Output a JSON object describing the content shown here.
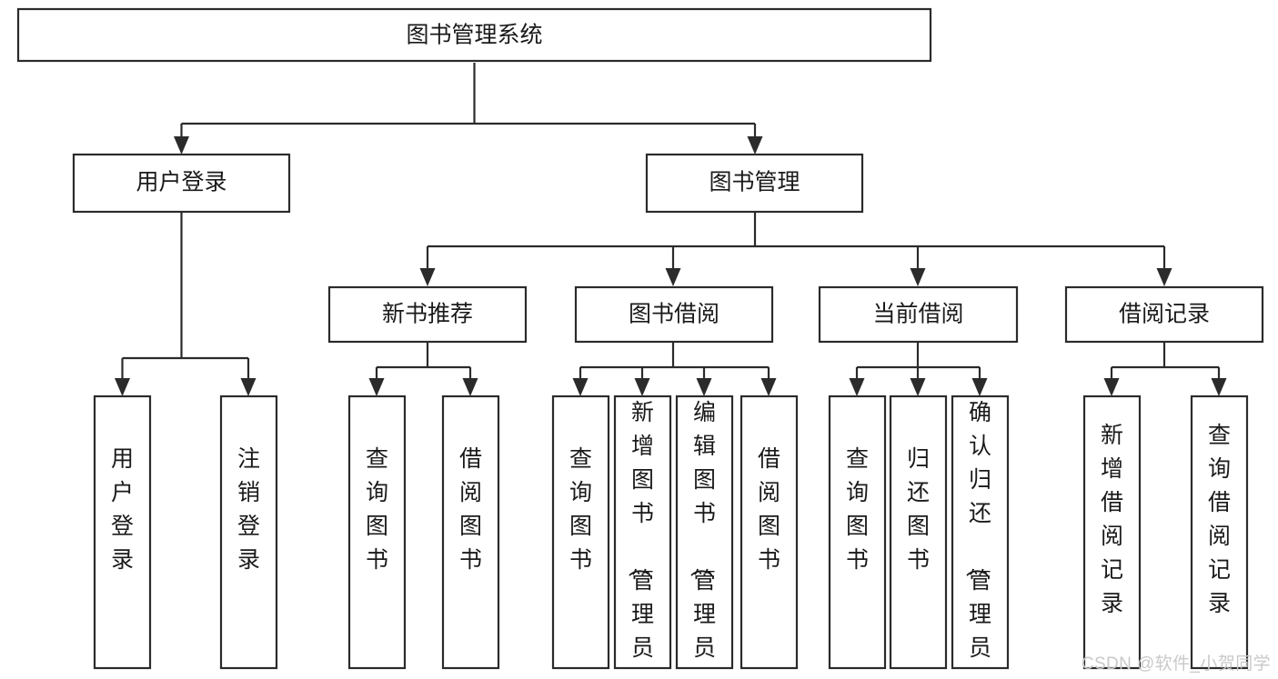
{
  "diagram": {
    "type": "tree-hierarchy",
    "orientation": "top-down",
    "title": "图书管理系统",
    "watermark": "CSDN @软件_小贺同学",
    "colors": {
      "box_stroke": "#2b2b2b",
      "box_fill": "#ffffff",
      "text": "#1a1a1a",
      "background": "#ffffff",
      "watermark": "#c9c9c9"
    },
    "levels": {
      "level1": [
        {
          "id": "root",
          "label": "图书管理系统",
          "orientation": "horizontal"
        }
      ],
      "level2": [
        {
          "id": "user-login",
          "label": "用户登录",
          "orientation": "horizontal",
          "parent": "root"
        },
        {
          "id": "book-manage",
          "label": "图书管理",
          "orientation": "horizontal",
          "parent": "root"
        }
      ],
      "level3": [
        {
          "id": "new-book-rec",
          "label": "新书推荐",
          "orientation": "horizontal",
          "parent": "book-manage"
        },
        {
          "id": "book-borrow",
          "label": "图书借阅",
          "orientation": "horizontal",
          "parent": "book-manage"
        },
        {
          "id": "current-borrow",
          "label": "当前借阅",
          "orientation": "horizontal",
          "parent": "book-manage"
        },
        {
          "id": "borrow-record",
          "label": "借阅记录",
          "orientation": "horizontal",
          "parent": "book-manage"
        }
      ],
      "level4": [
        {
          "id": "leaf-user-login",
          "label": "用户登录",
          "orientation": "vertical",
          "parent": "user-login"
        },
        {
          "id": "leaf-logout",
          "label": "注销登录",
          "orientation": "vertical",
          "parent": "user-login"
        },
        {
          "id": "leaf-query-book-1",
          "label": "查询图书",
          "orientation": "vertical",
          "parent": "new-book-rec"
        },
        {
          "id": "leaf-borrow-book-1",
          "label": "借阅图书",
          "orientation": "vertical",
          "parent": "new-book-rec"
        },
        {
          "id": "leaf-query-book-2",
          "label": "查询图书",
          "orientation": "vertical",
          "parent": "book-borrow"
        },
        {
          "id": "leaf-add-book",
          "label": "新增图书（管理员）",
          "orientation": "vertical",
          "parent": "book-borrow"
        },
        {
          "id": "leaf-edit-book",
          "label": "编辑图书（管理员）",
          "orientation": "vertical",
          "parent": "book-borrow"
        },
        {
          "id": "leaf-borrow-book-2",
          "label": "借阅图书",
          "orientation": "vertical",
          "parent": "book-borrow"
        },
        {
          "id": "leaf-query-book-3",
          "label": "查询图书",
          "orientation": "vertical",
          "parent": "current-borrow"
        },
        {
          "id": "leaf-return-book",
          "label": "归还图书",
          "orientation": "vertical",
          "parent": "current-borrow"
        },
        {
          "id": "leaf-confirm-return",
          "label": "确认归还（管理员）",
          "orientation": "vertical",
          "parent": "current-borrow"
        },
        {
          "id": "leaf-add-record",
          "label": "新增借阅记录",
          "orientation": "vertical",
          "parent": "borrow-record"
        },
        {
          "id": "leaf-query-record",
          "label": "查询借阅记录",
          "orientation": "vertical",
          "parent": "borrow-record"
        }
      ]
    }
  }
}
